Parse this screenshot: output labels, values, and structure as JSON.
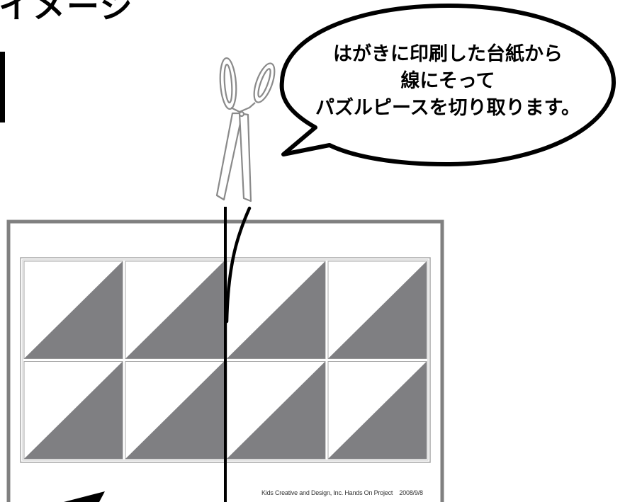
{
  "heading": {
    "text": "イメージ"
  },
  "speech_bubble": {
    "lines": [
      "はがきに印刷した台紙から",
      "線にそって",
      "パズルピースを切り取ります。"
    ]
  },
  "card": {
    "footer_credit": "Kids Creative and Design, Inc. Hands On Project",
    "footer_date": "2008/9/8",
    "grid": {
      "rows": 2,
      "cols": 4
    }
  },
  "colors": {
    "card_border": "#808080",
    "triangle_fill": "#7f7f82",
    "grid_line": "#a7a7a7",
    "bubble_stroke": "#000000",
    "scissors_stroke": "#888888",
    "cut_line": "#000000"
  },
  "icons": {
    "scissors": "scissors-icon"
  }
}
